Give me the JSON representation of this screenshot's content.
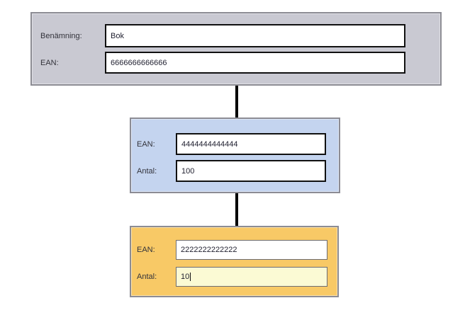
{
  "diagram": {
    "connector_color": "#000000",
    "panels": [
      {
        "id": "root",
        "bg_color": "#c9c9d2",
        "fields": [
          {
            "label": "Benämning:",
            "value": "Bok"
          },
          {
            "label": "EAN:",
            "value": "6666666666666"
          }
        ]
      },
      {
        "id": "child",
        "bg_color": "#c4d4ef",
        "fields": [
          {
            "label": "EAN:",
            "value": "4444444444444"
          },
          {
            "label": "Antal:",
            "value": "100"
          }
        ]
      },
      {
        "id": "grandchild",
        "bg_color": "#f8c966",
        "antal_field_bg": "#fbfad4",
        "fields": [
          {
            "label": "EAN:",
            "value": "2222222222222"
          },
          {
            "label": "Antal:",
            "value": "10",
            "has_cursor": true
          }
        ]
      }
    ]
  }
}
